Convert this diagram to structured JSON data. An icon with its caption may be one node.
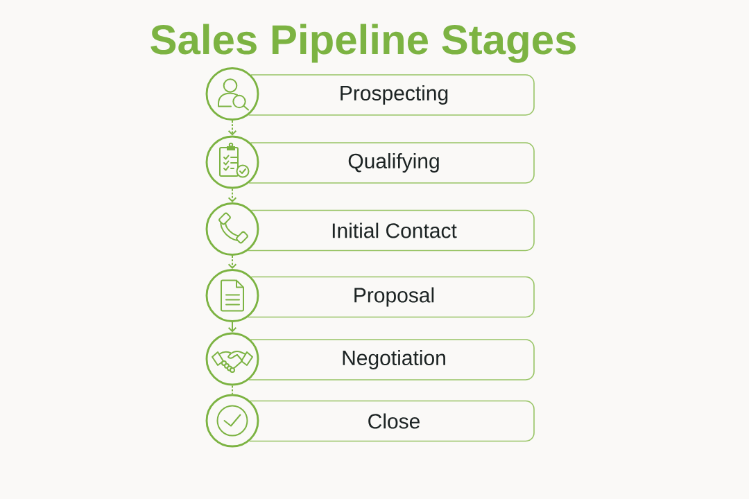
{
  "diagram": {
    "title": "Sales Pipeline Stages",
    "nodes": [
      {
        "text": [],
        "shape": "circle"
      },
      {
        "text": [
          "Prospecting"
        ]
      },
      {
        "text": [],
        "shape": "circle"
      },
      {
        "text": [
          "Qualifying"
        ]
      },
      {
        "text": [],
        "shape": "circle"
      },
      {
        "text": [
          "Initial Contact"
        ]
      },
      {
        "text": [],
        "shape": "circle"
      },
      {
        "text": [
          "Proposal"
        ]
      },
      {
        "text": [],
        "shape": "circle"
      },
      {
        "text": [
          "Negotiation"
        ]
      },
      {
        "text": [],
        "shape": "circle"
      },
      {
        "text": [
          "Close"
        ]
      }
    ],
    "edges": [
      {
        "from": 0,
        "to": 2,
        "arrow": "to",
        "style": "dashed"
      },
      {
        "from": 2,
        "to": 4,
        "arrow": "to",
        "style": "dashed"
      },
      {
        "from": 4,
        "to": 6,
        "arrow": "to",
        "style": "dashed"
      },
      {
        "from": 6,
        "to": 8,
        "arrow": "to"
      },
      {
        "from": 8,
        "to": 10,
        "arrow": "none",
        "style": "dashed"
      }
    ]
  }
}
